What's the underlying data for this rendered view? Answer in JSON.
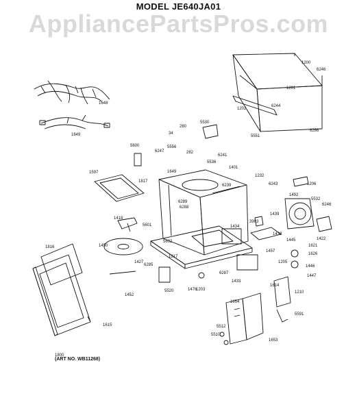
{
  "title": "MODEL JE640JA01",
  "watermark": "AppliancePartsPros.com",
  "art_number": "(ART NO. WB11268)",
  "part_labels": [
    "1200",
    "6246",
    "1201",
    "6244",
    "1202",
    "5551",
    "6286",
    "1648",
    "1649",
    "280",
    "34",
    "5530",
    "5556",
    "282",
    "5600",
    "6247",
    "1649",
    "5536",
    "6241",
    "1401",
    "1232",
    "1597",
    "1817",
    "6239",
    "6243",
    "1206",
    "1492",
    "5532",
    "6246",
    "6289",
    "6288",
    "1418",
    "1439",
    "5601",
    "1434",
    "3903",
    "1438",
    "1422",
    "1450",
    "5602",
    "1457",
    "1445",
    "1621",
    "1626",
    "1427",
    "6285",
    "1217",
    "1205",
    "1446",
    "1816",
    "1447",
    "1452",
    "5520",
    "1476",
    "1203",
    "6287",
    "1433",
    "1614",
    "1210",
    "1654",
    "1653",
    "5591",
    "1800",
    "1615",
    "5512",
    "5510"
  ]
}
